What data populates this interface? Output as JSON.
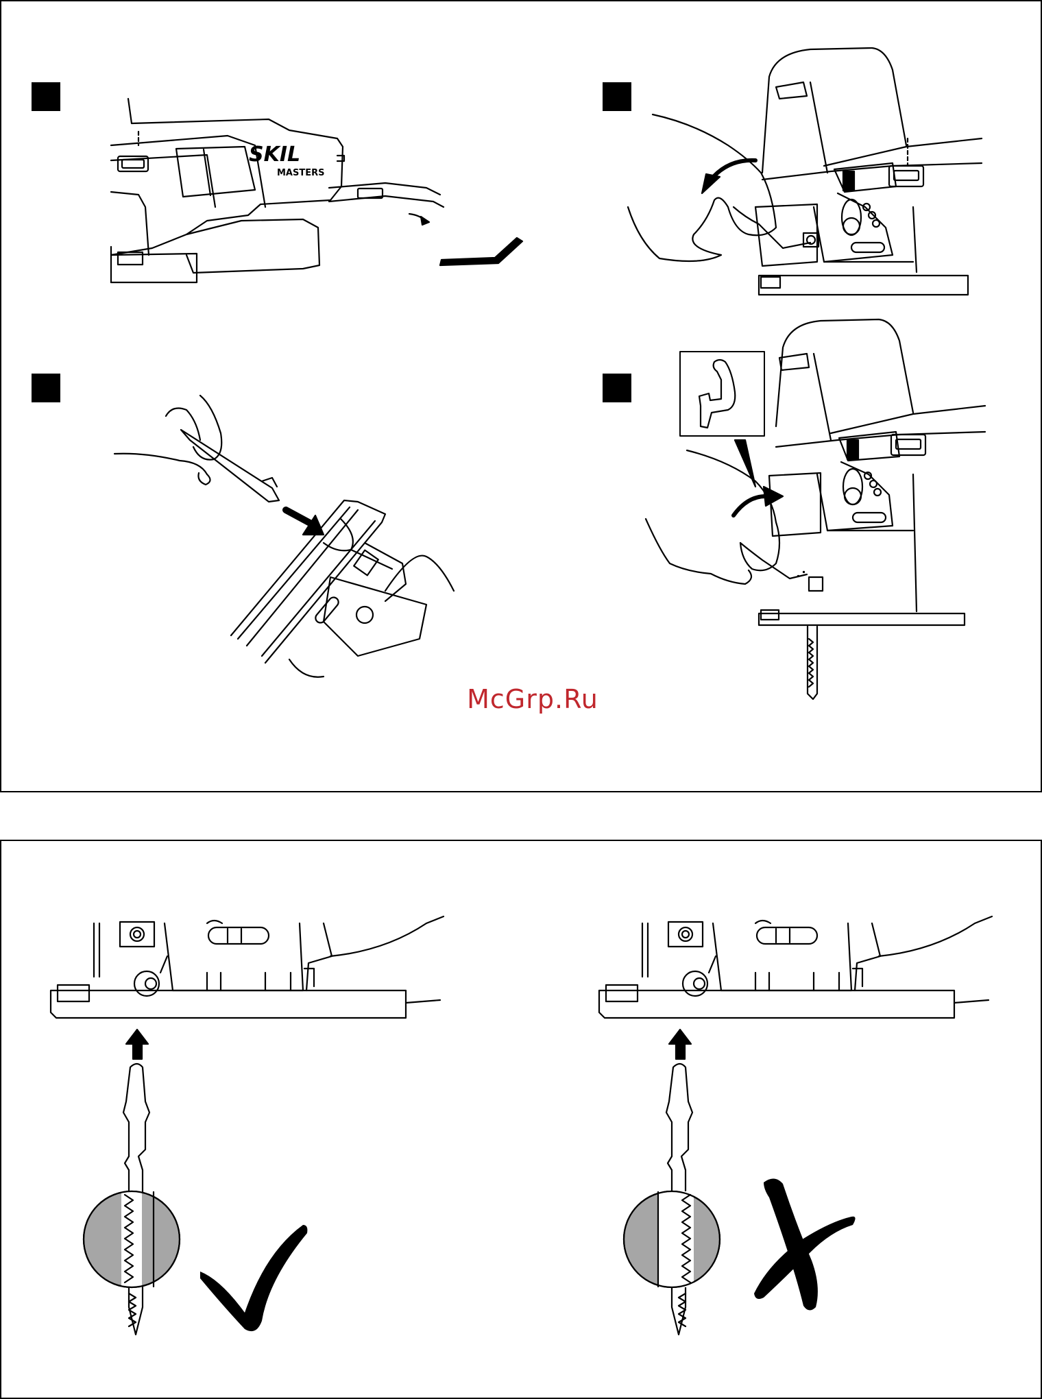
{
  "logo": {
    "brand": "SKIL",
    "line": "MASTERS"
  },
  "watermark": "McGrp.Ru",
  "steps": [
    "step-1",
    "step-2",
    "step-3",
    "step-4"
  ],
  "orientation": {
    "correct": "check-icon",
    "incorrect": "cross-icon"
  },
  "colors": {
    "ink": "#000000",
    "zoom_fill": "#a6a6a6",
    "watermark": "#c0272d"
  }
}
